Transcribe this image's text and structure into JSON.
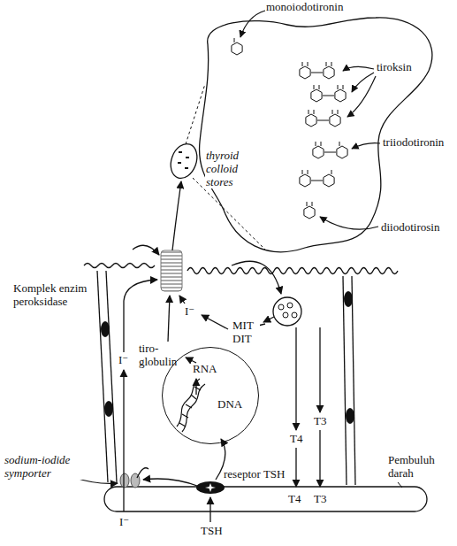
{
  "diagram": {
    "nodes": [
      {
        "text": [
          "RNA",
          "DNA"
        ]
      }
    ],
    "labels": [
      "monoiodotironin",
      "tiroksin",
      "triiodotironin",
      "diiodotirosin",
      "thyroid colloid stores",
      "Komplek enzim peroksidase",
      "tiro- globulin",
      "I⁻",
      "MIT DIT",
      "I⁻",
      "sodium-iodide symporter",
      "reseptor TSH",
      "I⁻",
      "TSH",
      "T4",
      "T3",
      "T4",
      "T3",
      "Pembuluh darah"
    ]
  }
}
